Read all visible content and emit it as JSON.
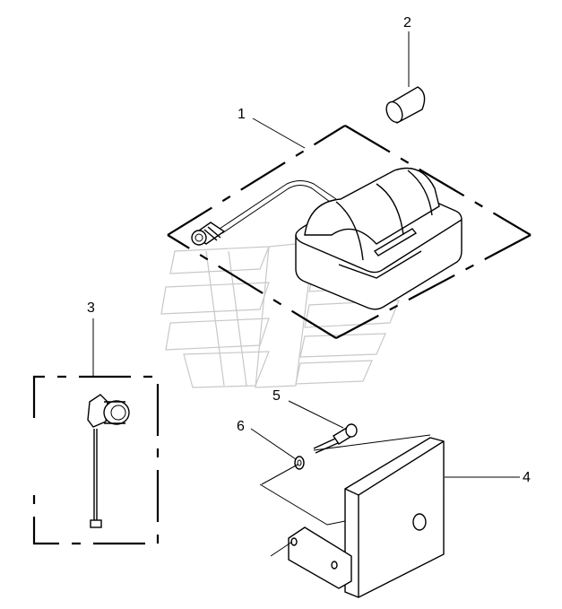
{
  "diagram": {
    "callouts": [
      "1",
      "2",
      "3",
      "4",
      "5",
      "6"
    ]
  }
}
